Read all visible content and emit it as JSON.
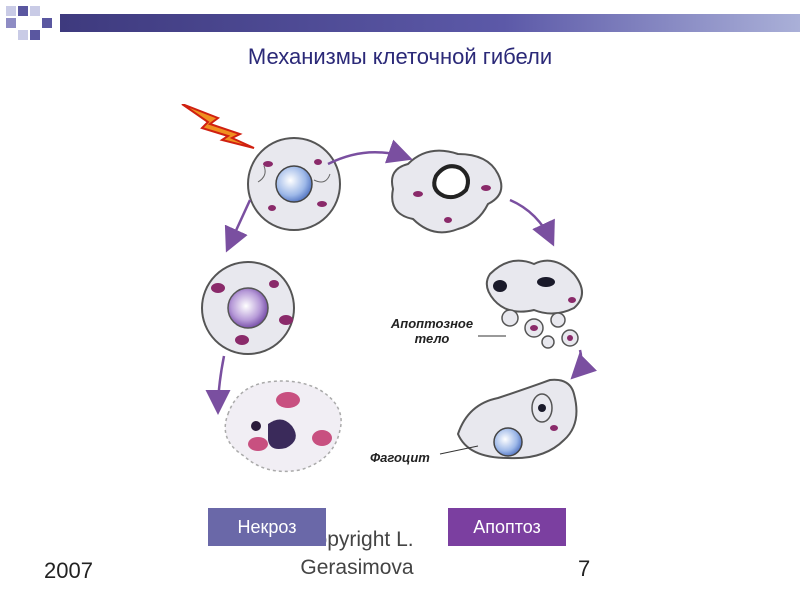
{
  "slide": {
    "title": "Механизмы клеточной гибели",
    "year": "2007",
    "copyright_line1": "Copyright L.",
    "copyright_line2": "Gerasimova",
    "page_number": "7"
  },
  "diagram": {
    "label_apoptotic_body_line1": "Апоптозное",
    "label_apoptotic_body_line2": "тело",
    "label_phagocyte": "Фагоцит"
  },
  "buttons": {
    "necrosis": "Некроз",
    "apoptosis": "Апоптоз"
  },
  "colors": {
    "title": "#2b2978",
    "band_dark": "#3e3a7e",
    "necrosis_button": "#6a68a8",
    "apoptosis_button": "#7b3fa0",
    "arrow": "#7a4fa0"
  }
}
